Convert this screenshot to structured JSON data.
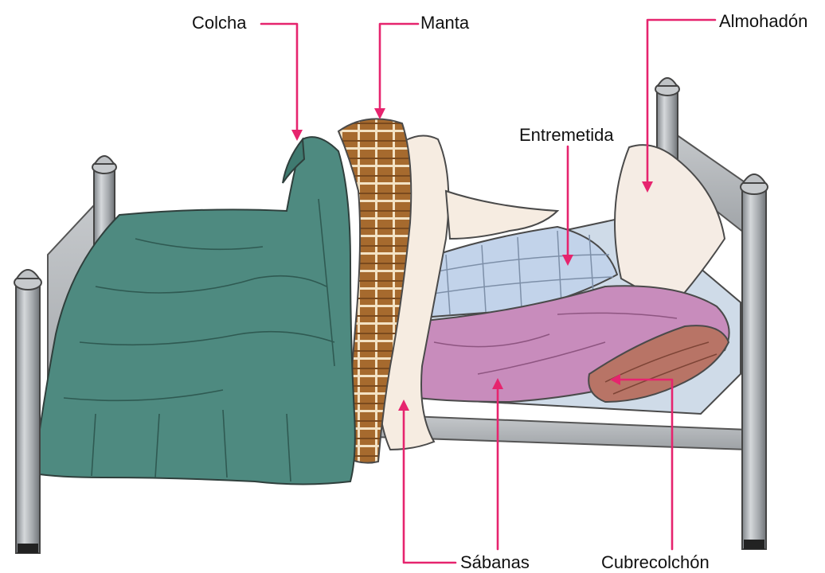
{
  "labels": {
    "colcha": "Colcha",
    "manta": "Manta",
    "almohadon": "Almohadón",
    "entremetida": "Entremetida",
    "sabanas": "Sábanas",
    "cubrecolchon": "Cubrecolchón"
  },
  "colors": {
    "leader": "#e6246e",
    "colcha": "#4e8a80",
    "manta": "#a66a2e",
    "sabanas": "#c88cbc",
    "cubrecolchon": "#b87466",
    "entremetida": "#c2d3ea",
    "almohadon": "#f5ece4",
    "frame": "#9ea2a6",
    "mattress": "#cfdbe8"
  }
}
